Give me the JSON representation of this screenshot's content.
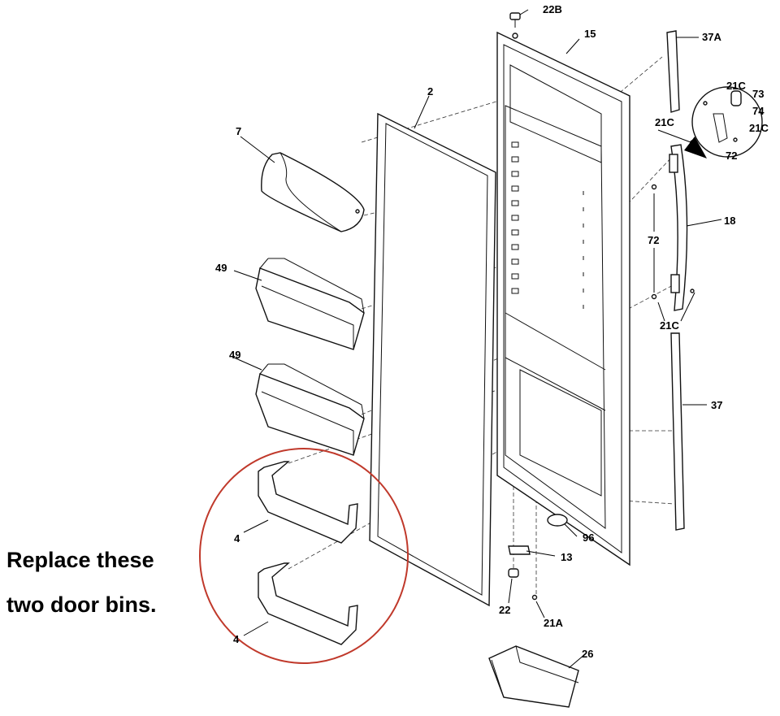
{
  "diagram": {
    "callout_labels": {
      "p22b": "22B",
      "p15": "15",
      "p37a": "37A",
      "p2": "2",
      "p21c_top_left": "21C",
      "p21c_inset_top": "21C",
      "p73": "73",
      "p74": "74",
      "p21c_inset_right": "21C",
      "p72_inset": "72",
      "p7": "7",
      "p18": "18",
      "p72": "72",
      "p49_upper": "49",
      "p21c_bottom": "21C",
      "p49_lower": "49",
      "p37": "37",
      "p4_upper": "4",
      "p96": "96",
      "p13": "13",
      "p22": "22",
      "p4_lower": "4",
      "p21a": "21A",
      "p26": "26"
    },
    "highlight_color": "#c0392b"
  },
  "annotation": {
    "line1": "Replace these",
    "line2": "two door bins."
  }
}
